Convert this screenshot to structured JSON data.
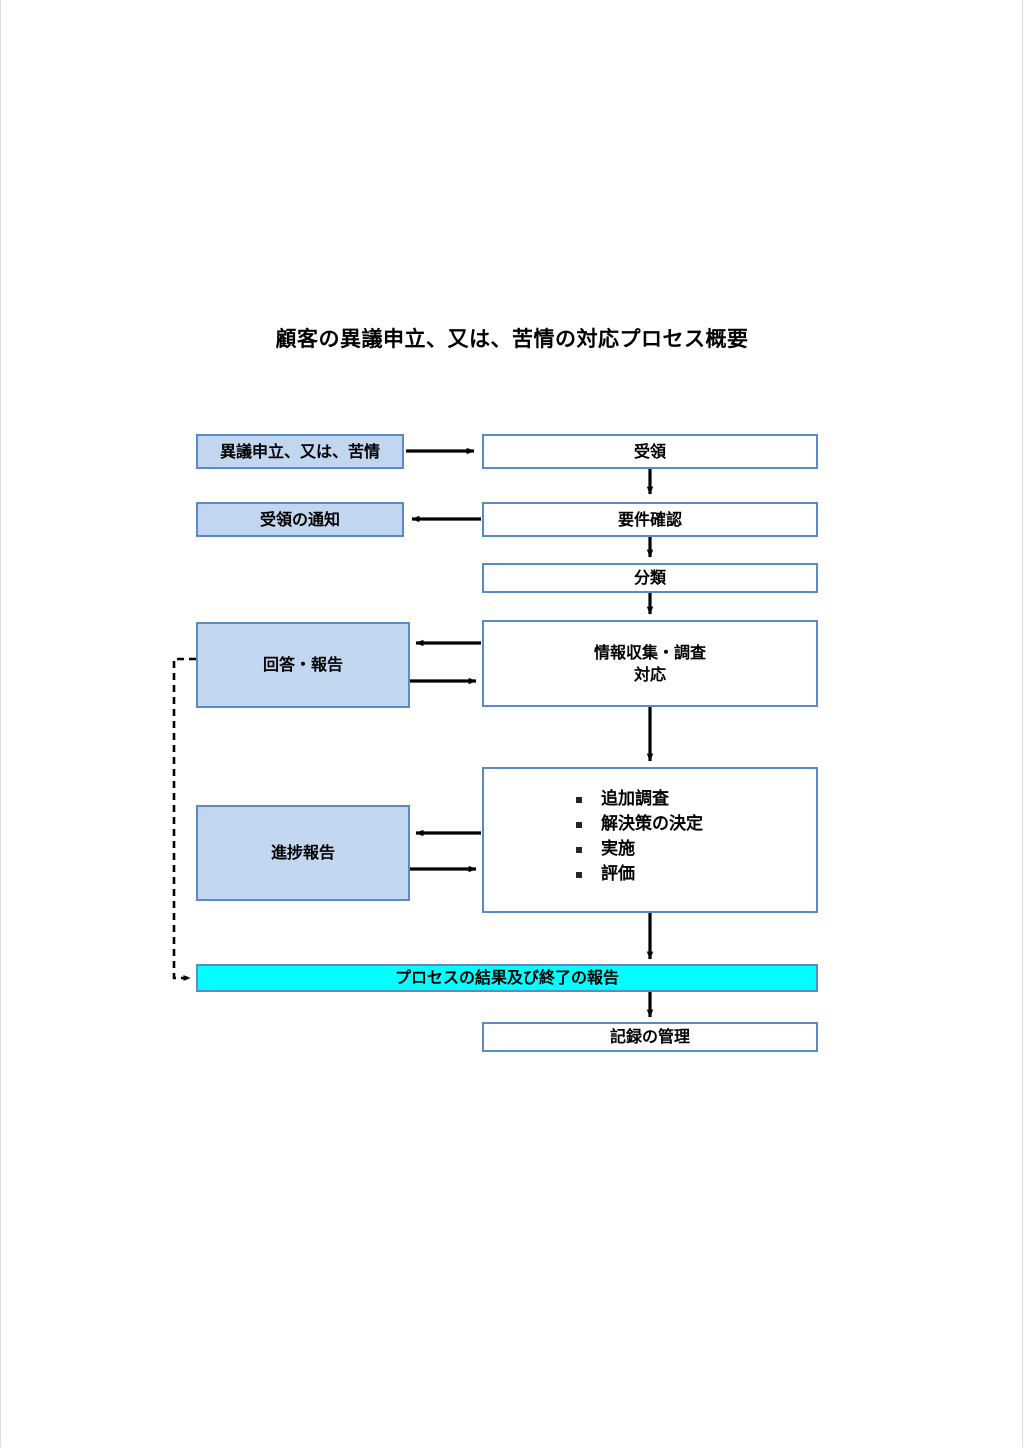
{
  "document": {
    "title": "顧客の異議申立、又は、苦情の対応プロセス概要"
  },
  "colors": {
    "box_border": "#5b8bc4",
    "box_fill_plain": "#ffffff",
    "box_fill_shaded": "#c3d6ef",
    "box_fill_highlight": "#00ffff",
    "arrow": "#000000",
    "text": "#000000"
  },
  "diagram": {
    "type": "flowchart",
    "nodes": [
      {
        "id": "complaint",
        "label": "異議申立、又は、苦情",
        "style": "shaded"
      },
      {
        "id": "receipt",
        "label": "受領",
        "style": "plain"
      },
      {
        "id": "ack_notice",
        "label": "受領の通知",
        "style": "shaded"
      },
      {
        "id": "requirements",
        "label": "要件確認",
        "style": "plain"
      },
      {
        "id": "classify",
        "label": "分類",
        "style": "plain"
      },
      {
        "id": "answer_report",
        "label": "回答・報告",
        "style": "shaded"
      },
      {
        "id": "investigate",
        "label": "情報収集・調査\n対応",
        "line1": "情報収集・調査",
        "line2": "対応",
        "style": "plain"
      },
      {
        "id": "progress",
        "label": "進捗報告",
        "style": "shaded"
      },
      {
        "id": "actions",
        "label": "",
        "style": "plain",
        "bullets": [
          "追加調査",
          "解決策の決定",
          "実施",
          "評価"
        ]
      },
      {
        "id": "final_report",
        "label": "プロセスの結果及び終了の報告",
        "style": "highlight"
      },
      {
        "id": "records",
        "label": "記録の管理",
        "style": "plain"
      }
    ],
    "edges": [
      {
        "from": "complaint",
        "to": "receipt",
        "direction": "right",
        "kind": "solid"
      },
      {
        "from": "receipt",
        "to": "requirements",
        "direction": "down",
        "kind": "solid"
      },
      {
        "from": "requirements",
        "to": "ack_notice",
        "direction": "left",
        "kind": "solid"
      },
      {
        "from": "requirements",
        "to": "classify",
        "direction": "down",
        "kind": "solid"
      },
      {
        "from": "classify",
        "to": "investigate",
        "direction": "down",
        "kind": "solid"
      },
      {
        "from": "investigate",
        "to": "answer_report",
        "direction": "left",
        "kind": "solid"
      },
      {
        "from": "answer_report",
        "to": "investigate",
        "direction": "right",
        "kind": "solid"
      },
      {
        "from": "investigate",
        "to": "actions",
        "direction": "down",
        "kind": "solid"
      },
      {
        "from": "actions",
        "to": "progress",
        "direction": "left",
        "kind": "solid"
      },
      {
        "from": "progress",
        "to": "actions",
        "direction": "right",
        "kind": "solid"
      },
      {
        "from": "actions",
        "to": "final_report",
        "direction": "down",
        "kind": "solid"
      },
      {
        "from": "final_report",
        "to": "records",
        "direction": "down",
        "kind": "solid"
      },
      {
        "from": "answer_report",
        "to": "final_report",
        "direction": "left-down-right",
        "kind": "dashed"
      }
    ]
  }
}
